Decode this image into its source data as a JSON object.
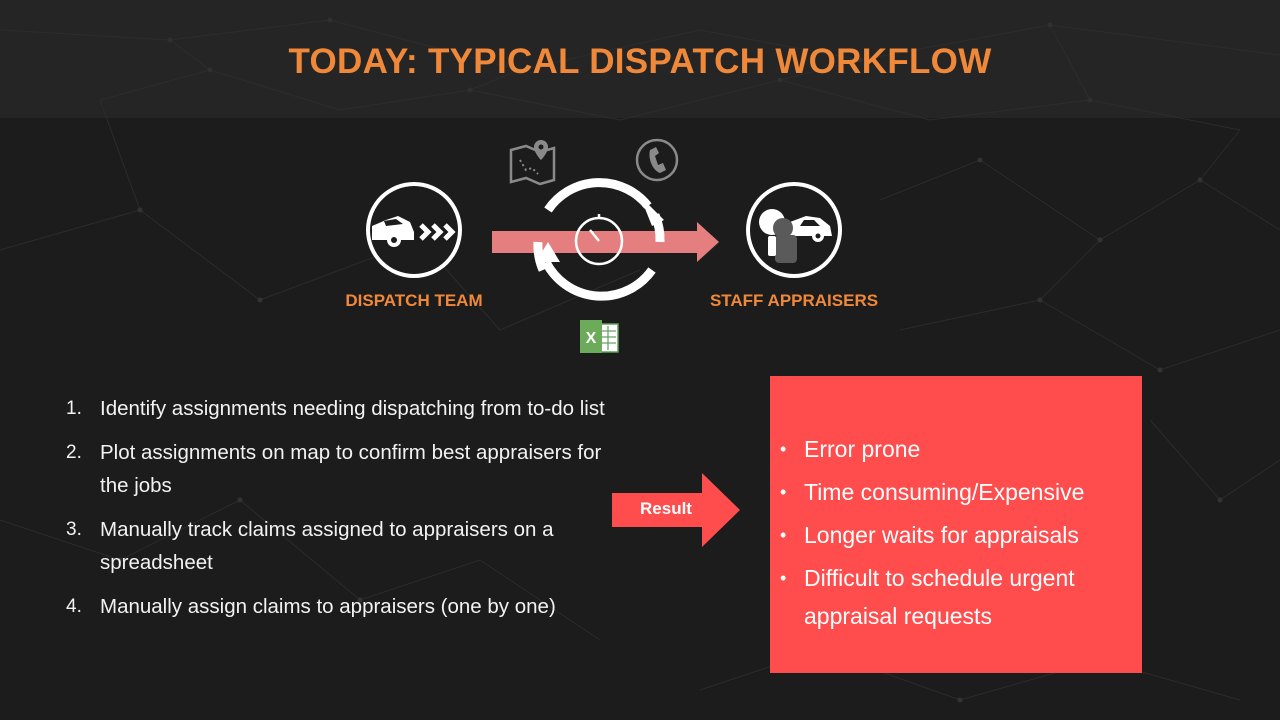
{
  "title": "TODAY: TYPICAL DISPATCH WORKFLOW",
  "workflow": {
    "left_label": "DISPATCH TEAM",
    "right_label": "STAFF APPRAISERS",
    "icons": [
      "car-chevrons-icon",
      "map-pin-icon",
      "phone-icon",
      "stopwatch-cycle-icon",
      "excel-icon",
      "appraiser-car-icon"
    ]
  },
  "steps": [
    {
      "num": "1.",
      "text": "Identify assignments needing dispatching from to-do list"
    },
    {
      "num": "2.",
      "text": "Plot assignments on map to confirm best appraisers for the jobs"
    },
    {
      "num": "3.",
      "text": "Manually track claims assigned to appraisers on a spreadsheet"
    },
    {
      "num": "4.",
      "text": "Manually assign claims to appraisers (one by one)"
    }
  ],
  "result_label": "Result",
  "results": [
    {
      "bullet": "•",
      "text": "Error prone"
    },
    {
      "bullet": "•",
      "text": "Time consuming/Expensive"
    },
    {
      "bullet": "•",
      "text": "Longer waits for appraisals"
    },
    {
      "bullet": "•",
      "text": "Difficult to schedule urgent appraisal requests"
    }
  ],
  "colors": {
    "accent": "#f0883a",
    "result_red": "#ff4c4c",
    "arrow_pink": "#e57f7f",
    "background": "#1c1c1c"
  }
}
